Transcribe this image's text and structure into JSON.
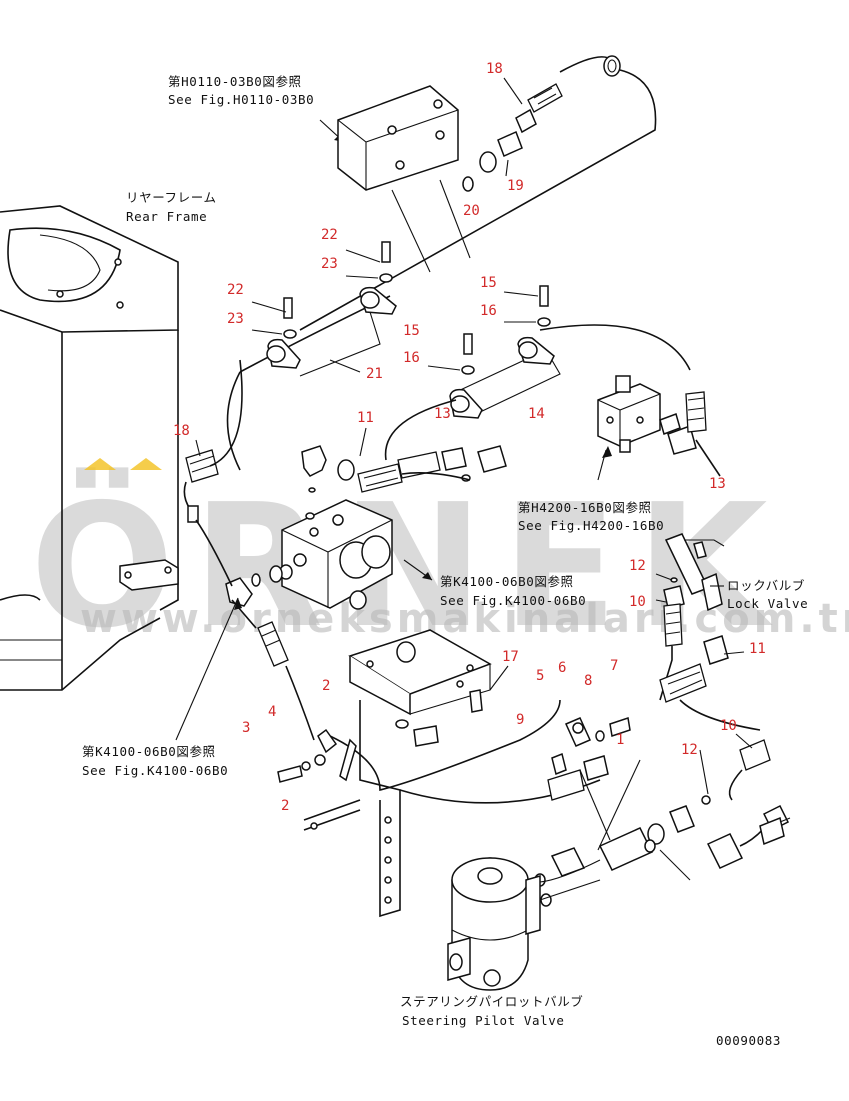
{
  "labels": {
    "fig_h0110_jp": "第H0110-03B0図参照",
    "fig_h0110_en": "See Fig.H0110-03B0",
    "rear_frame_jp": "リヤーフレーム",
    "rear_frame_en": "Rear Frame",
    "fig_h4200_jp": "第H4200-16B0図参照",
    "fig_h4200_en": "See Fig.H4200-16B0",
    "fig_k4100_mid_jp": "第K4100-06B0図参照",
    "fig_k4100_mid_en": "See Fig.K4100-06B0",
    "lock_valve_jp": "ロックバルブ",
    "lock_valve_en": "Lock Valve",
    "fig_k4100_left_jp": "第K4100-06B0図参照",
    "fig_k4100_left_en": "See Fig.K4100-06B0",
    "steering_jp": "ステアリングパイロットバルブ",
    "steering_en": "Steering Pilot Valve",
    "drawing_no": "00090083"
  },
  "callouts": [
    {
      "id": "c18a",
      "text": "18"
    },
    {
      "id": "c19",
      "text": "19"
    },
    {
      "id": "c20",
      "text": "20"
    },
    {
      "id": "c22a",
      "text": "22"
    },
    {
      "id": "c23a",
      "text": "23"
    },
    {
      "id": "c22b",
      "text": "22"
    },
    {
      "id": "c23b",
      "text": "23"
    },
    {
      "id": "c15a",
      "text": "15"
    },
    {
      "id": "c21",
      "text": "21"
    },
    {
      "id": "c15b",
      "text": "15"
    },
    {
      "id": "c16a",
      "text": "16"
    },
    {
      "id": "c16b",
      "text": "16"
    },
    {
      "id": "c13a",
      "text": "13"
    },
    {
      "id": "c14",
      "text": "14"
    },
    {
      "id": "c11a",
      "text": "11"
    },
    {
      "id": "c18b",
      "text": "18"
    },
    {
      "id": "c13b",
      "text": "13"
    },
    {
      "id": "c12a",
      "text": "12"
    },
    {
      "id": "c10a",
      "text": "10"
    },
    {
      "id": "c11b",
      "text": "11"
    },
    {
      "id": "c17",
      "text": "17"
    },
    {
      "id": "c5",
      "text": "5"
    },
    {
      "id": "c6",
      "text": "6"
    },
    {
      "id": "c7",
      "text": "7"
    },
    {
      "id": "c8",
      "text": "8"
    },
    {
      "id": "c9",
      "text": "9"
    },
    {
      "id": "c1",
      "text": "1"
    },
    {
      "id": "c2a",
      "text": "2"
    },
    {
      "id": "c4",
      "text": "4"
    },
    {
      "id": "c3",
      "text": "3"
    },
    {
      "id": "c2b",
      "text": "2"
    },
    {
      "id": "c10b",
      "text": "10"
    },
    {
      "id": "c12b",
      "text": "12"
    }
  ],
  "watermark": {
    "brand": "ÖRNEK",
    "url": "www.orneksmakinalari.com.tr"
  },
  "colors": {
    "callout": "#d22a2a",
    "line": "#111111",
    "watermark": "#bdbdbd",
    "watermark_accent": "#f2c01e"
  }
}
